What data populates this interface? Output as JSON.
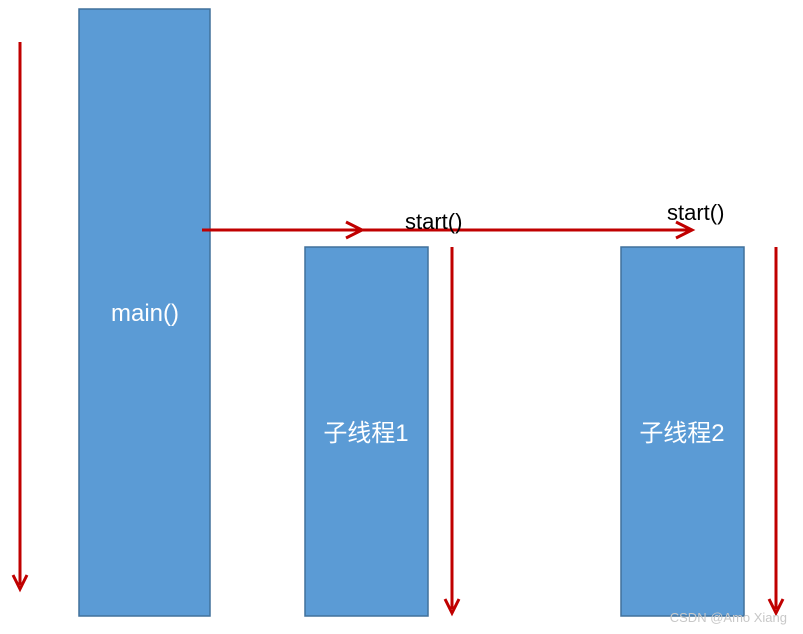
{
  "colors": {
    "box_fill": "#5b9bd5",
    "box_stroke": "#41719c",
    "arrow": "#c00000",
    "label_text": "#ffffff",
    "call_text": "#000000",
    "watermark": "#c8c8c8"
  },
  "boxes": {
    "main": {
      "label": "main()"
    },
    "thread1": {
      "label": "子线程1"
    },
    "thread2": {
      "label": "子线程2"
    }
  },
  "calls": {
    "start1": "start()",
    "start2": "start()"
  },
  "watermark": "CSDN @Amo Xiang"
}
